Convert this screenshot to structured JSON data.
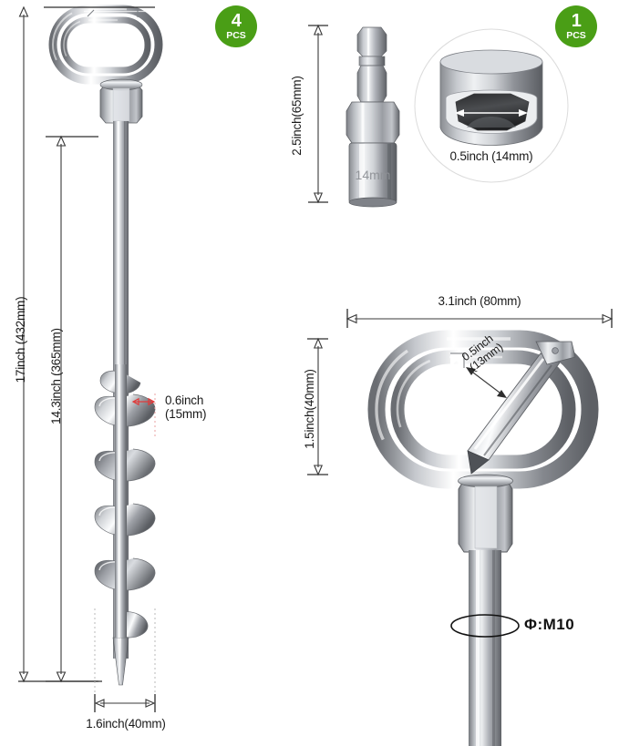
{
  "document": {
    "type": "product-dimension-infographic",
    "background_color": "#ffffff",
    "accent_color": "#4a9e16"
  },
  "badges": [
    {
      "name": "auger-quantity-badge",
      "quantity": "4",
      "unit": "PCS",
      "color": "#4a9e16"
    },
    {
      "name": "socket-quantity-badge",
      "quantity": "1",
      "unit": "PCS",
      "color": "#4a9e16"
    }
  ],
  "panels": {
    "main_auger": {
      "title": "ground-anchor-auger",
      "dimensions": {
        "total_length": "17inch (432mm)",
        "screw_length": "14.3inch (365mm)",
        "flight_offset": "0.6inch\n(15mm)",
        "flight_offset_line1": "0.6inch",
        "flight_offset_line2": "(15mm)",
        "screw_diameter": "1.6inch(40mm)"
      }
    },
    "bit_holder": {
      "title": "nut-driver-socket-adapter",
      "engraved_label": "14mm",
      "dimensions": {
        "length": "2.5inch(65mm)",
        "socket_opening": "0.5inch (14mm)"
      }
    },
    "handle_detail": {
      "title": "carabiner-handle-close-up",
      "dimensions": {
        "width": "3.1inch (80mm)",
        "height": "1.5inch(40mm)",
        "gate_thickness_line1": "0.5inch",
        "gate_thickness_line2": "(13mm)",
        "thread_spec": "Φ:M10"
      }
    }
  }
}
